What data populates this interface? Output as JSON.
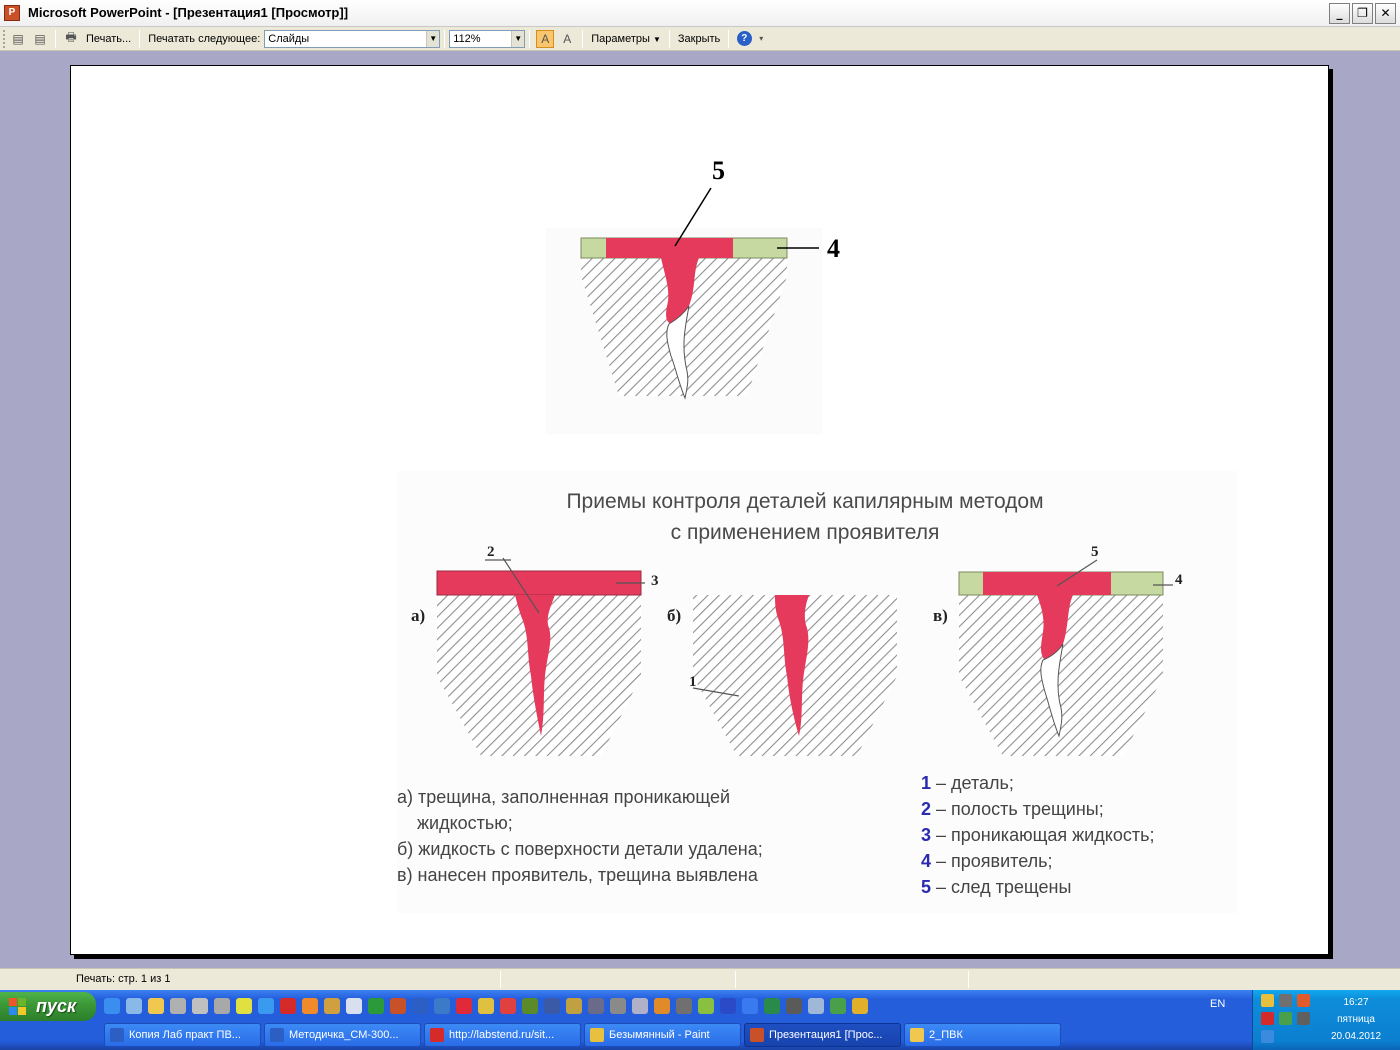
{
  "window": {
    "title": "Microsoft PowerPoint - [Презентация1 [Просмотр]]",
    "app_icon": "powerpoint-icon",
    "controls": [
      "minimize-icon",
      "restore-icon",
      "close-icon"
    ]
  },
  "toolbar": {
    "print_label": "Печать...",
    "print_what_label": "Печатать следующее:",
    "print_what_value": "Слайды",
    "zoom_value": "112%",
    "options_label": "Параметры",
    "close_label": "Закрыть"
  },
  "slide": {
    "top_figure": {
      "label_5": "5",
      "label_4": "4",
      "colors": {
        "developer": "#c5d9a1",
        "penetrant": "#e63a5c",
        "hatch": "#8a8a8a"
      }
    },
    "bottom_figure": {
      "title_line1": "Приемы  контроля  деталей  капилярным  методом",
      "title_line2": "с  применением  проявителя",
      "panels": [
        {
          "letter": "а)",
          "callouts": [
            "2",
            "3"
          ]
        },
        {
          "letter": "б)",
          "callouts": [
            "1"
          ]
        },
        {
          "letter": "в)",
          "callouts": [
            "5",
            "4"
          ]
        }
      ],
      "captions_left": [
        "а) трещина, заполненная проникающей",
        "жидкостью;",
        "б) жидкость  с  поверхности  детали  удалена;",
        "в) нанесен  проявитель, трещина  выявлена"
      ],
      "legend": [
        {
          "num": "1",
          "text": " – деталь;"
        },
        {
          "num": "2",
          "text": " – полость  трещины;"
        },
        {
          "num": "3",
          "text": " – проникающая  жидкость;"
        },
        {
          "num": "4",
          "text": " – проявитель;"
        },
        {
          "num": "5",
          "text": " – след  трещены"
        }
      ],
      "legend_num_color": "#2a2ab0"
    }
  },
  "status": {
    "text": "Печать: стр. 1 из 1"
  },
  "taskbar": {
    "start_label": "пуск",
    "tasks": [
      {
        "label": "Копия Лаб практ ПВ...",
        "icon": "word-icon",
        "color": "#2b5fc4"
      },
      {
        "label": "Методичка_СМ-300...",
        "icon": "word-icon",
        "color": "#2b5fc4"
      },
      {
        "label": "http://labstend.ru/sit...",
        "icon": "opera-icon",
        "color": "#d42a2a"
      },
      {
        "label": "Безымянный - Paint",
        "icon": "paint-icon",
        "color": "#e8c040"
      },
      {
        "label": "Презентация1 [Прос...",
        "icon": "powerpoint-icon",
        "color": "#c8512a"
      },
      {
        "label": "2_ПВК",
        "icon": "folder-icon",
        "color": "#f0c850"
      }
    ],
    "lang": "EN",
    "time": "16:27",
    "weekday": "пятница",
    "date": "20.04.2012"
  }
}
